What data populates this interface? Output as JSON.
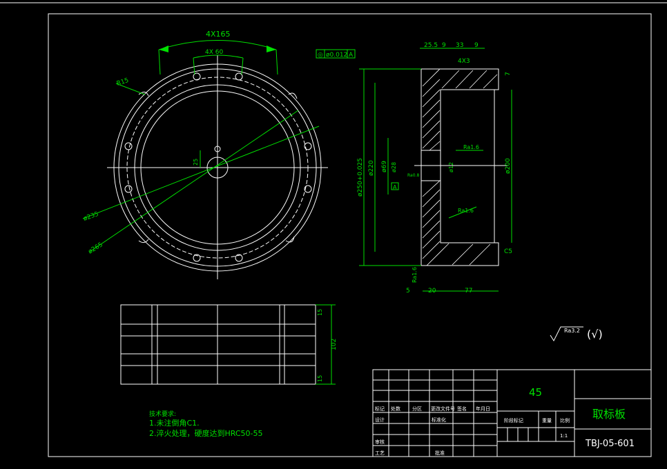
{
  "top_view": {
    "angle_165": "4X165",
    "angle_60": "4X 60",
    "r15": "R15",
    "dim_25": "25",
    "dia_235": "ø235",
    "dia_265": "ø265"
  },
  "section_view": {
    "tolerance_frame": {
      "symbol": "◎",
      "value": "ø0.012",
      "datum": "A"
    },
    "d_25_5": "25.5",
    "d_9a": "9",
    "d_33": "33",
    "d_9b": "9",
    "d_4x3": "4X3",
    "d_7": "7",
    "d_250": "ø250+0.025",
    "d_220": "ø220",
    "d_69": "ø69",
    "d_28": "ø28",
    "d_12": "ø12",
    "d_200": "ø200",
    "ra16_a": "Ra1.6",
    "ra16_b": "Ra1.6",
    "ra16_c": "Ra1.6",
    "ra08": "Ra0.8",
    "datum_a": "A",
    "c5": "C5",
    "d_5": "5",
    "d_20": "20",
    "d_77": "77"
  },
  "side_view": {
    "d_15a": "15",
    "d_102": "102",
    "d_15b": "15"
  },
  "roughness_note": {
    "value": "Ra3.2",
    "bracket": "(√)"
  },
  "tech_requirements": {
    "title": "技术要求:",
    "line1": "1.未注倒角C1.",
    "line2": "2.淬火处理，硬度达到HRC50-55"
  },
  "title_block": {
    "material": "45",
    "part_name": "取标板",
    "drawing_no": "TBJ-05-601",
    "scale": "1:1",
    "label_mark": "标记",
    "label_count": "处数",
    "label_zone": "分区",
    "label_doc": "更改文件号",
    "label_sign": "签名",
    "label_date": "年月日",
    "label_design": "设计",
    "label_std": "标准化",
    "label_stage": "阶段标记",
    "label_weight": "重量",
    "label_scale": "比例",
    "label_review": "审核",
    "label_process": "工艺",
    "label_approve": "批准"
  }
}
